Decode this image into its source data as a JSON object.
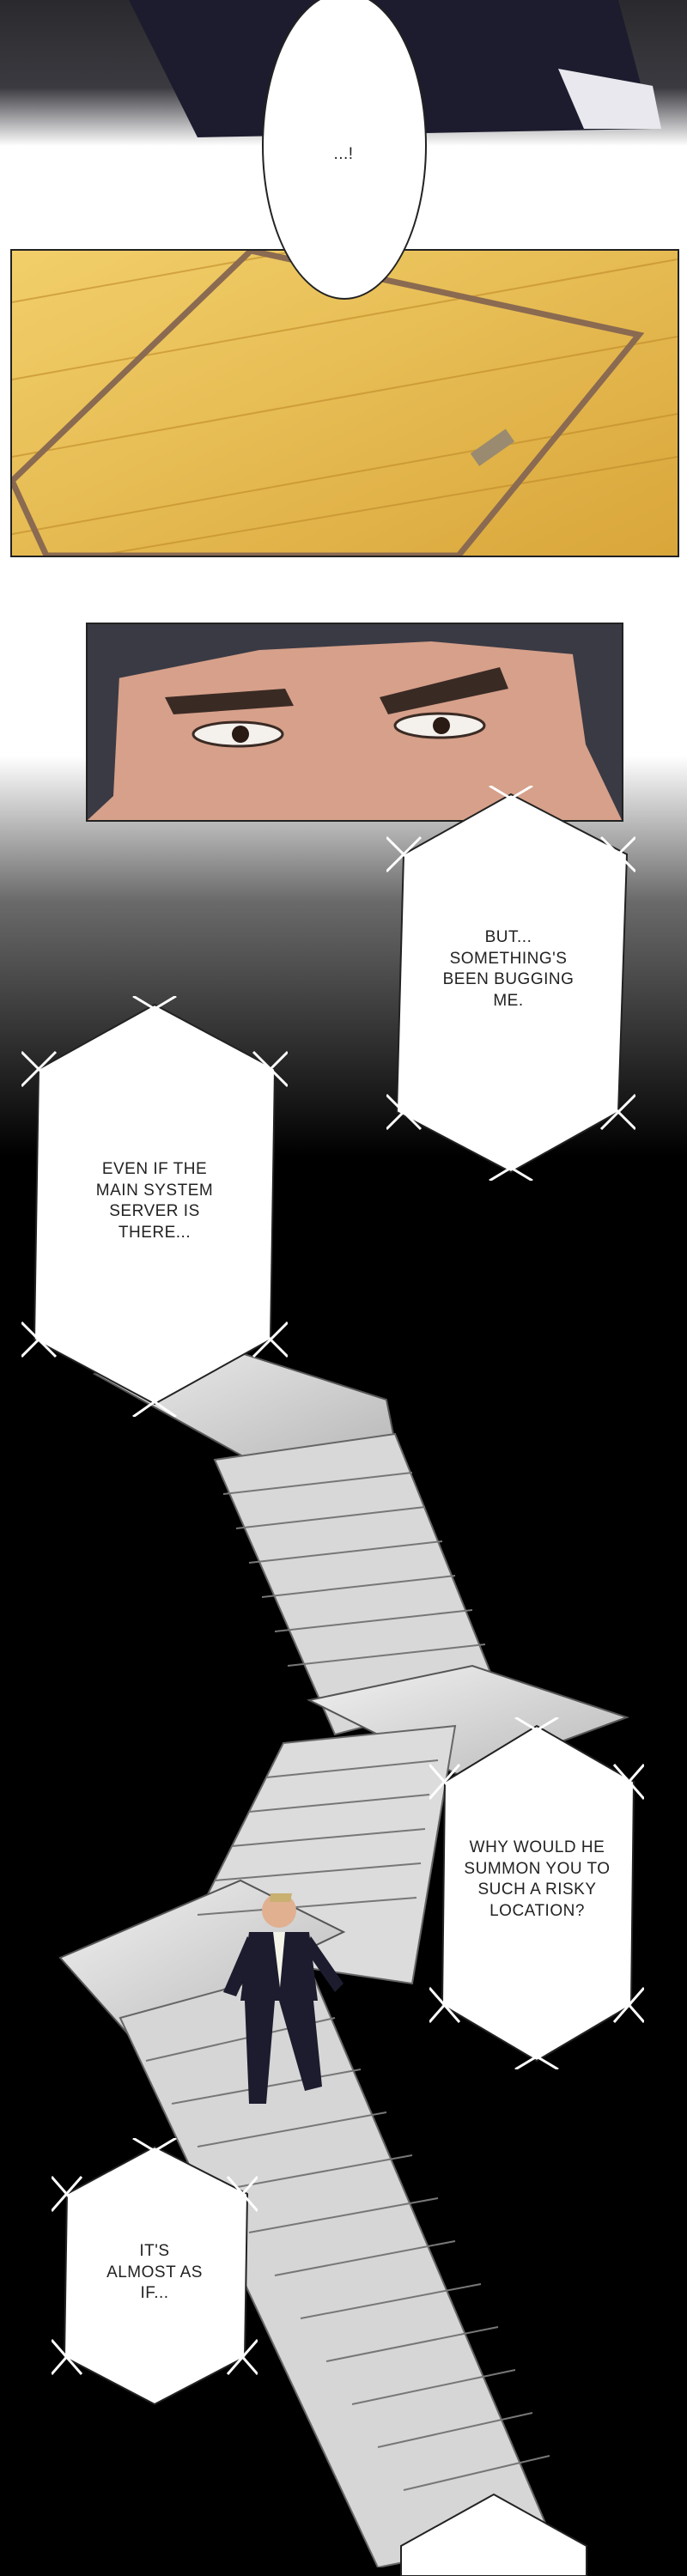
{
  "panels": {
    "top": {
      "description_label": ""
    },
    "bubble_1": {
      "text": "...!"
    },
    "bubble_2": {
      "text": "BUT... SOMETHING'S BEEN BUGGING ME."
    },
    "bubble_3": {
      "text": "EVEN IF THE MAIN SYSTEM SERVER IS THERE..."
    },
    "bubble_4": {
      "text": "WHY WOULD HE SUMMON YOU TO SUCH A RISKY LOCATION?"
    },
    "bubble_5": {
      "text": "IT'S ALMOST AS IF..."
    }
  },
  "colors": {
    "floor": "#e6b94a",
    "night": "#000000",
    "skin": "#d9a890",
    "suit": "#1c1c2e"
  }
}
